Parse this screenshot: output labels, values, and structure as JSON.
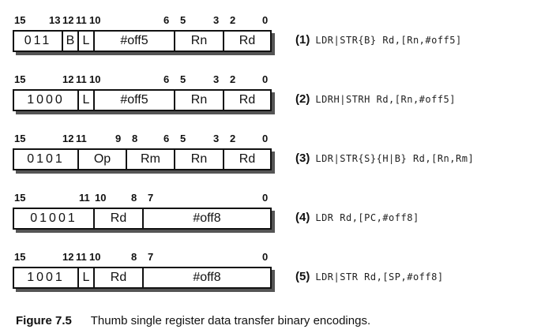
{
  "encodings": [
    {
      "id": 1,
      "bits": [
        "15",
        "13",
        "12",
        "11",
        "10",
        "6",
        "5",
        "3",
        "2",
        "0"
      ],
      "fields": [
        "011",
        "B",
        "L",
        "#off5",
        "Rn",
        "Rd"
      ],
      "num": "(1)",
      "syntax": "LDR|STR{B} Rd,[Rn,#off5]"
    },
    {
      "id": 2,
      "bits": [
        "15",
        "12",
        "11",
        "10",
        "6",
        "5",
        "3",
        "2",
        "0"
      ],
      "fields": [
        "1000",
        "L",
        "#off5",
        "Rn",
        "Rd"
      ],
      "num": "(2)",
      "syntax": "LDRH|STRH Rd,[Rn,#off5]"
    },
    {
      "id": 3,
      "bits": [
        "15",
        "12",
        "11",
        "9",
        "8",
        "6",
        "5",
        "3",
        "2",
        "0"
      ],
      "fields": [
        "0101",
        "Op",
        "Rm",
        "Rn",
        "Rd"
      ],
      "num": "(3)",
      "syntax": "LDR|STR{S}{H|B} Rd,[Rn,Rm]"
    },
    {
      "id": 4,
      "bits": [
        "15",
        "11",
        "10",
        "8",
        "7",
        "0"
      ],
      "fields": [
        "01001",
        "Rd",
        "#off8"
      ],
      "num": "(4)",
      "syntax": "LDR Rd,[PC,#off8]"
    },
    {
      "id": 5,
      "bits": [
        "15",
        "12",
        "11",
        "10",
        "8",
        "7",
        "0"
      ],
      "fields": [
        "1001",
        "L",
        "Rd",
        "#off8"
      ],
      "num": "(5)",
      "syntax": "LDR|STR Rd,[SP,#off8]"
    }
  ],
  "figure": {
    "label": "Figure 7.5",
    "caption": "Thumb single register data transfer binary encodings."
  }
}
